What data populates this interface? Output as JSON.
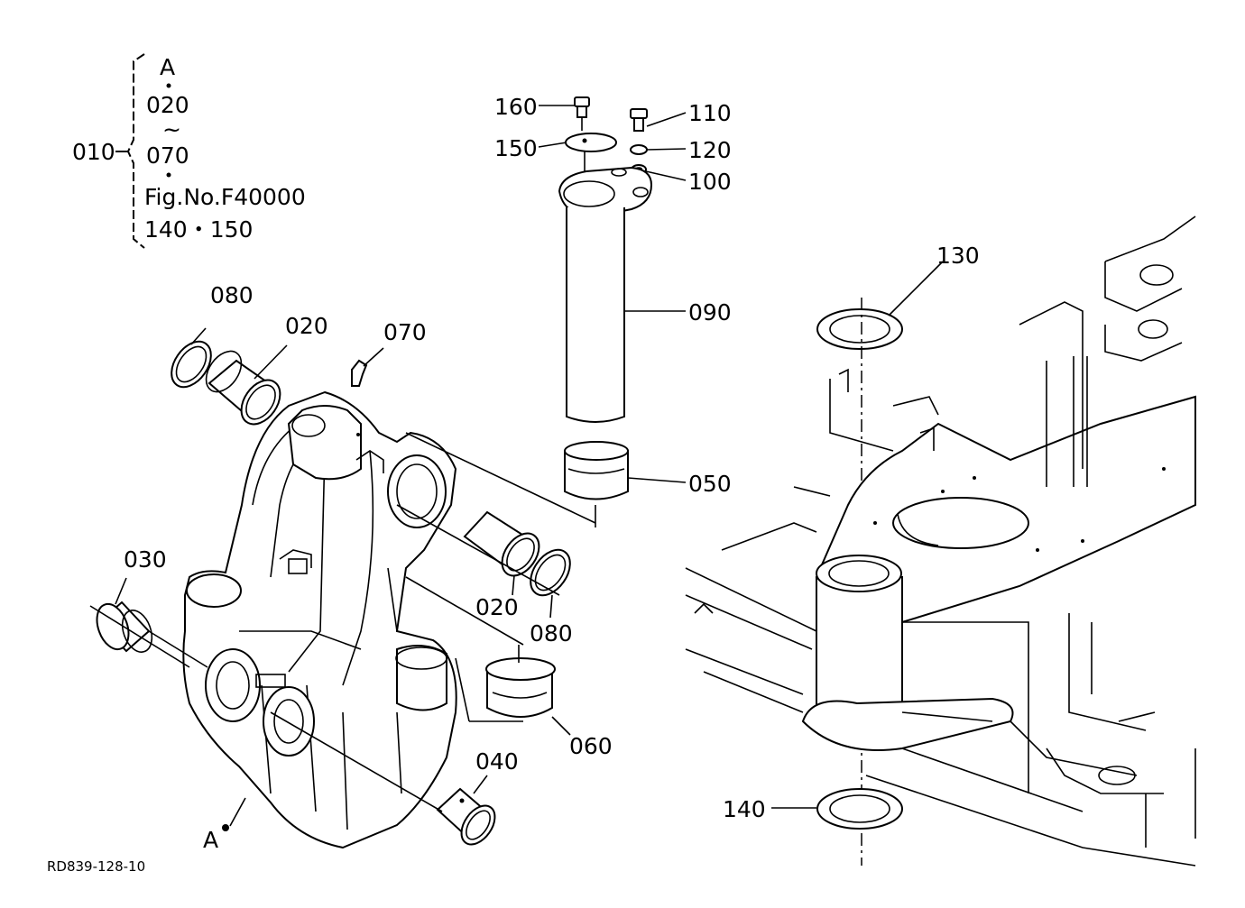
{
  "diagram_id": "RD839-128-10",
  "assembly": {
    "ref": "010",
    "items": [
      "A",
      "020",
      "~",
      "070",
      "Fig.No.F40000",
      "140・150"
    ]
  },
  "callouts": {
    "c160": "160",
    "c150": "150",
    "c110": "110",
    "c120": "120",
    "c100": "100",
    "c090": "090",
    "c050": "050",
    "c130": "130",
    "c080a": "080",
    "c020a": "020",
    "c070": "070",
    "c030": "030",
    "c020b": "020",
    "c080b": "080",
    "c060": "060",
    "c040": "040",
    "c140": "140",
    "cA": "A"
  }
}
